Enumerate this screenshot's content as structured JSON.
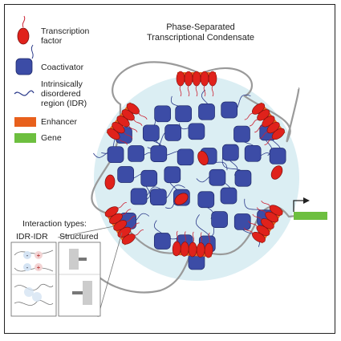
{
  "title": {
    "line1": "Phase-Separated",
    "line2": "Transcriptional Condensate"
  },
  "legend": {
    "transcription_factor": {
      "line1": "Transcription",
      "line2": "factor",
      "color": "#e0221b"
    },
    "coactivator": {
      "line1": "Coactivator",
      "color": "#3c4ca6"
    },
    "idr": {
      "line1": "Intrinsically",
      "line2": "disordered",
      "line3": "region (IDR)"
    },
    "enhancer": {
      "line1": "Enhancer",
      "color": "#e8601c"
    },
    "gene": {
      "line1": "Gene",
      "color": "#6dbf3f"
    }
  },
  "interaction_types": {
    "heading": "Interaction types:",
    "idr_idr": "IDR-IDR",
    "structured": "Structured",
    "minus": "-",
    "plus": "+"
  },
  "colors": {
    "condensate": "#dbeef3",
    "dna": "#9a9a9a",
    "idr_line": "#2b3a8a"
  }
}
